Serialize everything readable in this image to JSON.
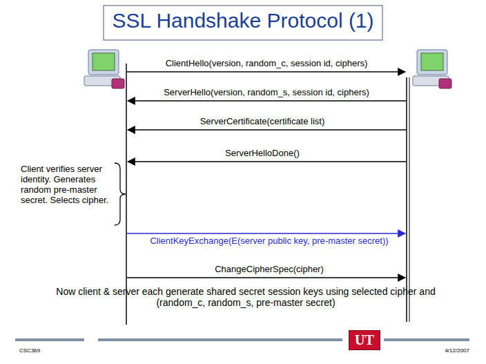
{
  "diagram": {
    "title": "SSL Handshake Protocol (1)",
    "labels": [
      "ClientHello(version, random_c, session id, ciphers)",
      "ServerHello(version, random_s, session id, ciphers)",
      "ServerCertificate(certificate list)",
      "ServerHelloDone()",
      "Client verifies server identity. Generates random pre-master secret. Selects cipher.",
      "ClientKeyExchange(E(server public key, pre-master secret))",
      "ChangeCipherSpec(cipher)",
      "Now client & server each generate shared secret session keys using selected cipher and (random_c, random_s, pre-master secret)",
      "CSC369",
      "4/12/2007",
      "UT"
    ]
  }
}
